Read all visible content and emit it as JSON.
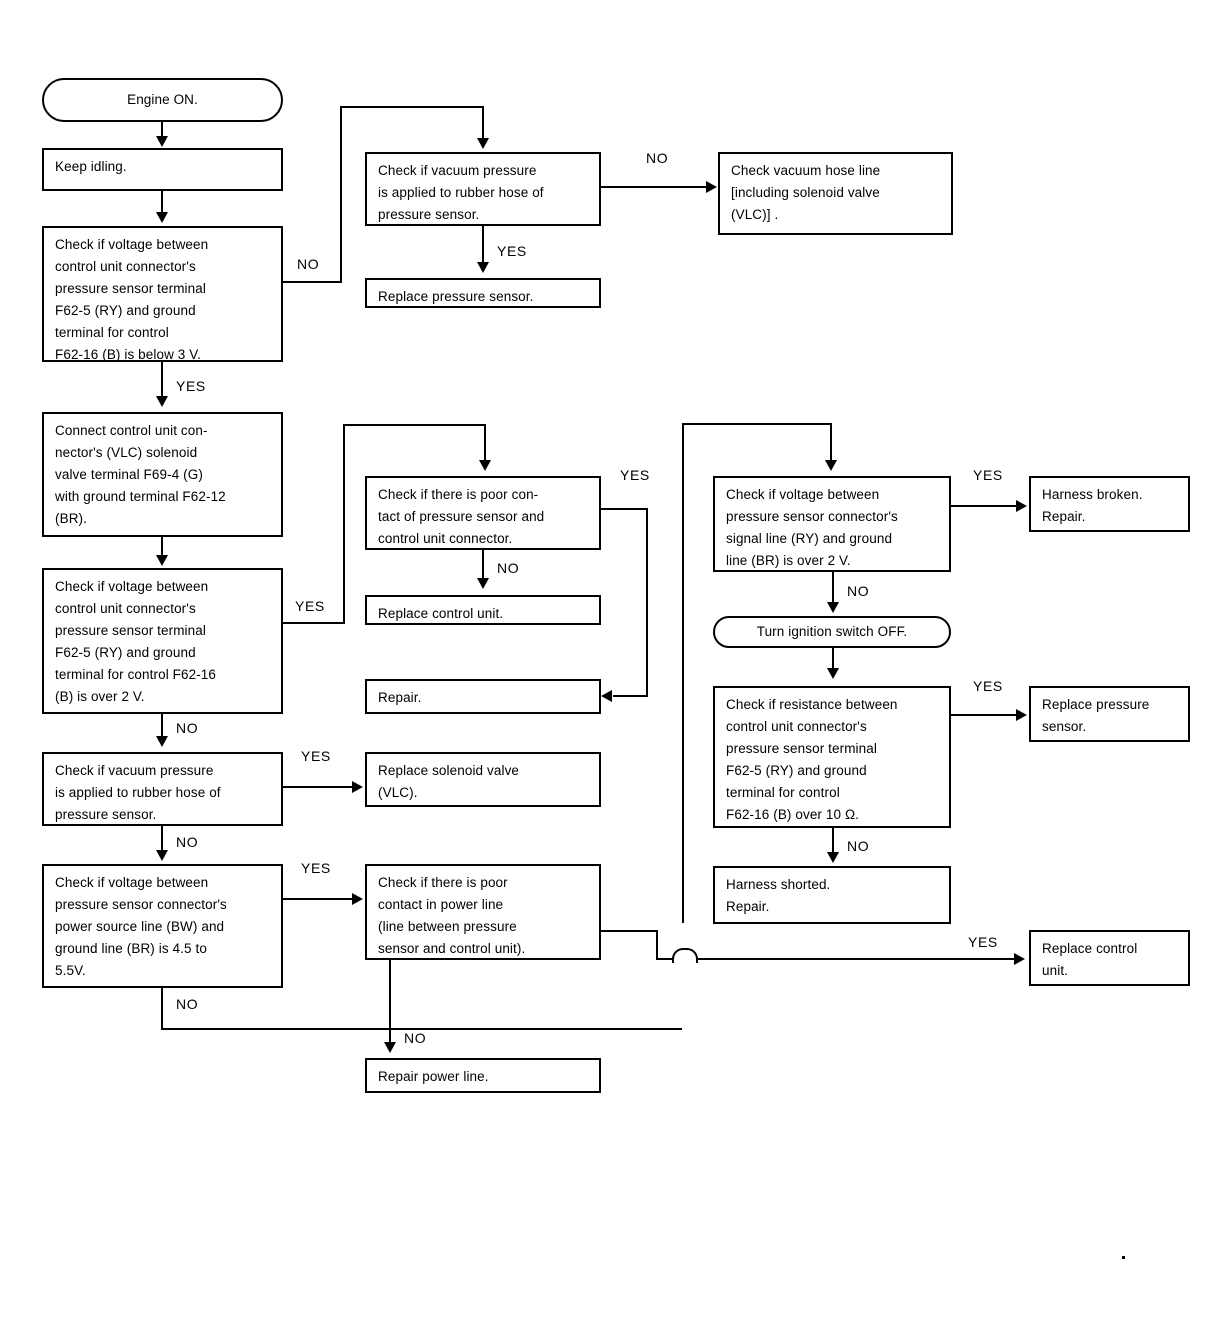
{
  "diagram": {
    "title": "Pressure sensor / VLC solenoid valve diagnostic flowchart",
    "labels": {
      "yes": "YES",
      "no": "NO"
    },
    "nodes": {
      "engine_on": "Engine ON.",
      "keep_idling": "Keep idling.",
      "check_voltage_below_3v": "Check if voltage between\ncontrol unit connector's\npressure sensor terminal\nF62-5 (RY) and ground\nterminal for control\nF62-16 (B) is below 3 V.",
      "check_vacuum_top": "Check if vacuum pressure\nis applied to rubber hose of\npressure sensor.",
      "check_vacuum_hose_line": "Check vacuum hose line\n[including solenoid valve\n(VLC)] .",
      "replace_pressure_sensor_top": "Replace pressure sensor.",
      "connect_control_unit": "Connect control unit con-\nnector's (VLC) solenoid\nvalve terminal F69-4 (G)\nwith ground terminal F62-12\n(BR).",
      "check_voltage_over_2v": "Check if voltage between\ncontrol unit connector's\npressure sensor terminal\nF62-5 (RY) and ground\nterminal for control F62-16\n(B) is over 2 V.",
      "check_poor_contact_sensor": "Check if there is poor con-\ntact of pressure sensor and\ncontrol unit connector.",
      "replace_control_unit_mid": "Replace control unit.",
      "repair_mid": "Repair.",
      "check_signal_line_voltage": "Check if voltage between\npressure sensor connector's\nsignal line (RY) and ground\nline (BR) is over 2 V.",
      "harness_broken_repair": "Harness broken.\nRepair.",
      "turn_ignition_off": "Turn ignition switch OFF.",
      "check_resistance": "Check if resistance between\ncontrol unit connector's\npressure sensor terminal\nF62-5 (RY) and ground\nterminal for control\nF62-16 (B) over 10 Ω.",
      "replace_pressure_sensor_right": "Replace pressure\nsensor.",
      "harness_shorted_repair": "Harness shorted.\nRepair.",
      "check_vacuum_lower": "Check if vacuum pressure\nis applied to rubber hose of\npressure sensor.",
      "replace_solenoid_valve": "Replace solenoid valve\n(VLC).",
      "check_power_source_voltage": "Check if voltage between\npressure sensor connector's\npower source line (BW) and\nground line (BR) is 4.5 to\n5.5V.",
      "check_poor_contact_power": "Check if there is poor\ncontact in power line\n(line between pressure\nsensor and control unit).",
      "replace_control_unit_bottom": "Replace control\nunit.",
      "repair_power_line": "Repair power line."
    },
    "branch_labels": [
      {
        "name": "no-from-voltage-below-3v",
        "text": "NO"
      },
      {
        "name": "yes-from-voltage-below-3v",
        "text": "YES"
      },
      {
        "name": "no-from-check-vacuum-top",
        "text": "NO"
      },
      {
        "name": "yes-from-check-vacuum-top",
        "text": "YES"
      },
      {
        "name": "yes-from-voltage-over-2v",
        "text": "YES"
      },
      {
        "name": "no-from-voltage-over-2v",
        "text": "NO"
      },
      {
        "name": "yes-from-poor-contact-sensor",
        "text": "YES"
      },
      {
        "name": "no-from-poor-contact-sensor",
        "text": "NO"
      },
      {
        "name": "yes-from-signal-line-voltage",
        "text": "YES"
      },
      {
        "name": "no-from-signal-line-voltage",
        "text": "NO"
      },
      {
        "name": "yes-from-resistance",
        "text": "YES"
      },
      {
        "name": "no-from-resistance",
        "text": "NO"
      },
      {
        "name": "yes-from-check-vacuum-lower",
        "text": "YES"
      },
      {
        "name": "no-from-check-vacuum-lower",
        "text": "NO"
      },
      {
        "name": "yes-from-power-source-voltage",
        "text": "YES"
      },
      {
        "name": "no-from-power-source-voltage",
        "text": "NO"
      },
      {
        "name": "yes-from-poor-contact-power",
        "text": "YES"
      },
      {
        "name": "no-from-poor-contact-power",
        "text": "NO"
      }
    ],
    "colors": {
      "line": "#000000",
      "text": "#000000",
      "background": "#ffffff"
    }
  }
}
